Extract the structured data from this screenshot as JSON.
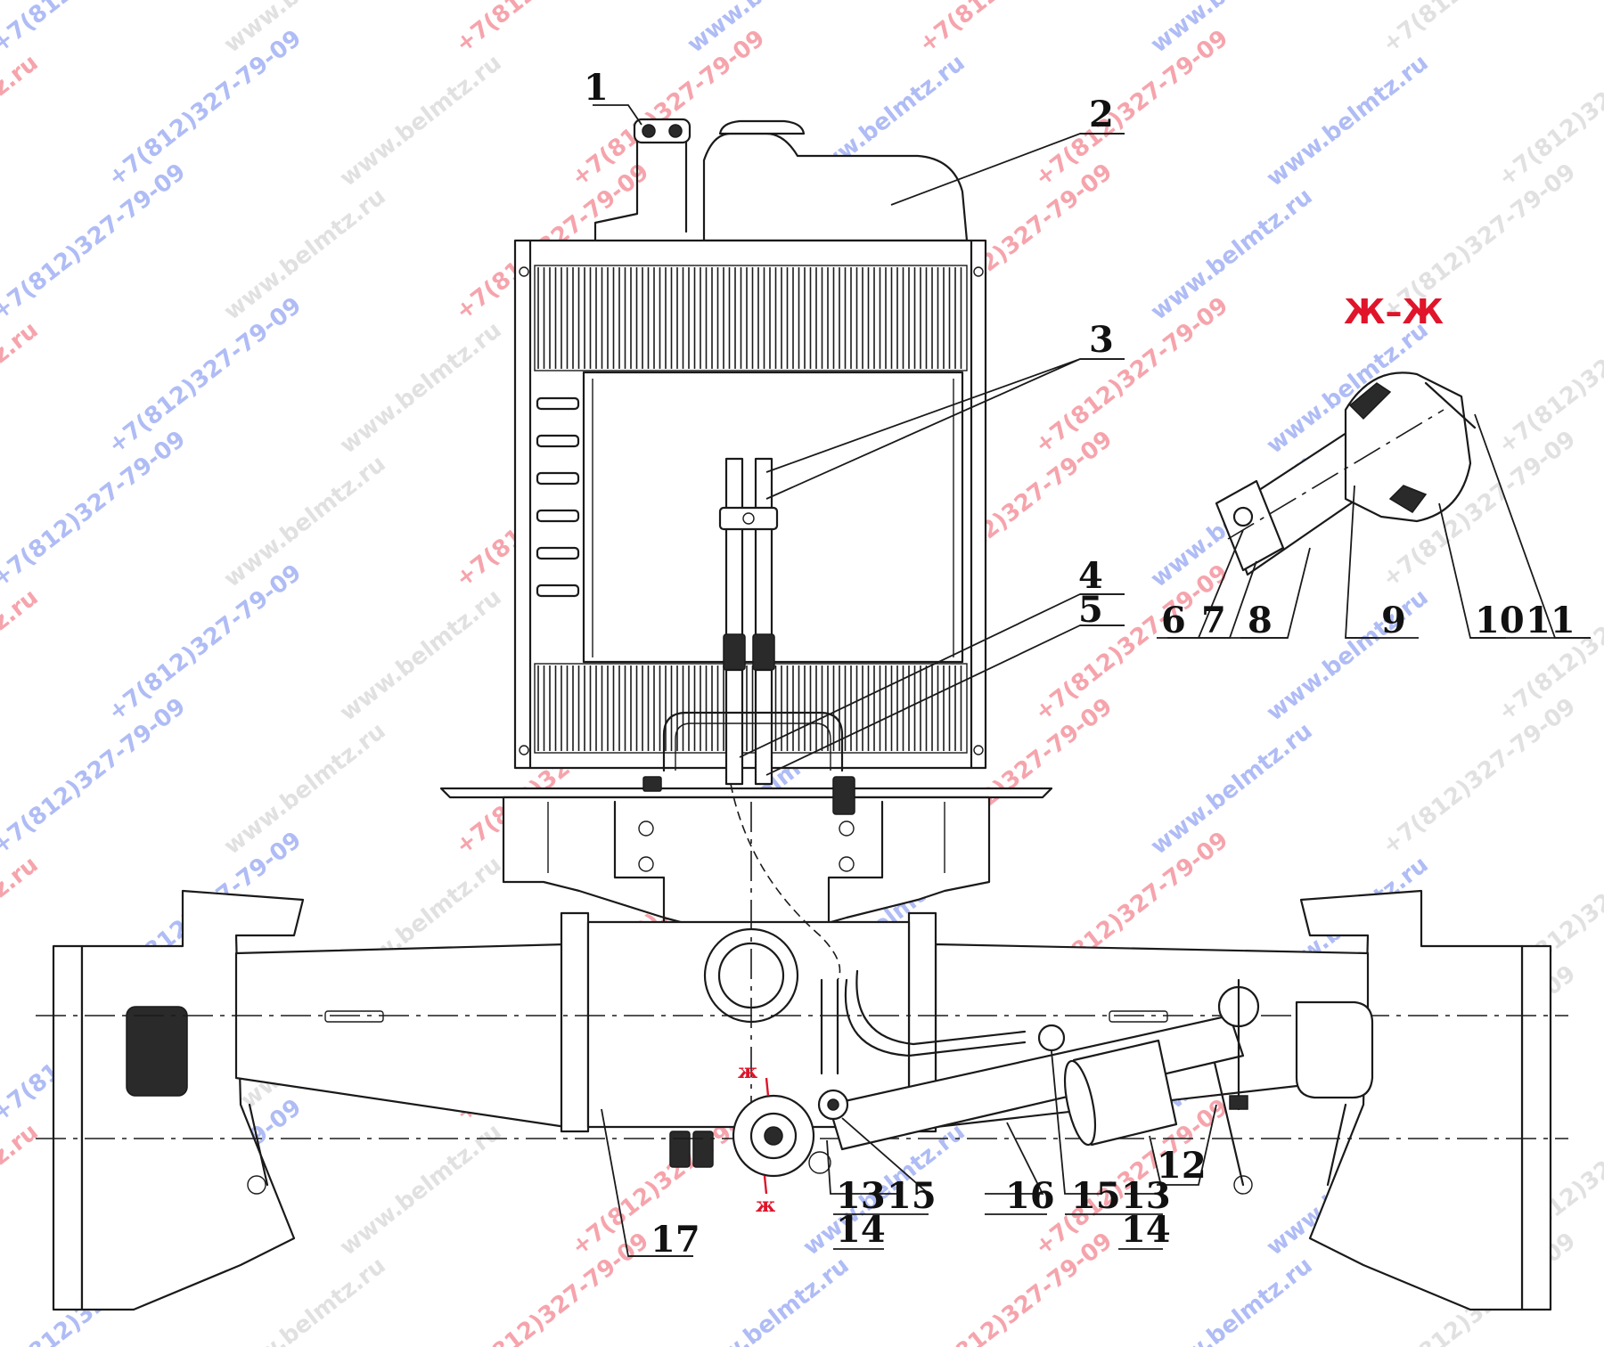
{
  "callouts": [
    "1",
    "2",
    "3",
    "4",
    "5",
    "6",
    "7",
    "8",
    "9",
    "10",
    "11",
    "12",
    "13",
    "14",
    "15",
    "16",
    "15",
    "13",
    "14",
    "17"
  ],
  "section_label": "Ж–Ж",
  "cut_mark": "ж",
  "watermarks": {
    "site": "www.belmtz.ru",
    "phone": "+7(812)327-79-09"
  },
  "colors": {
    "line": "#1a1a1a",
    "section_red": "#e0142a",
    "watermark_red": "#f05a6a",
    "watermark_blue": "#6f86ee"
  }
}
